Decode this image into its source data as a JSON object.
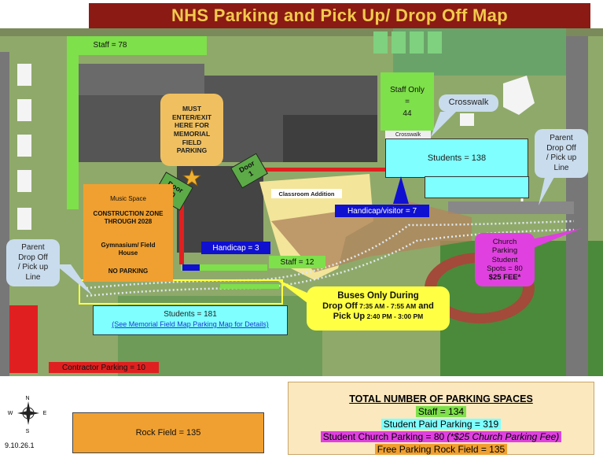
{
  "title": "NHS Parking and Pick Up/ Drop Off Map",
  "labels": {
    "staff_78": "Staff = 78",
    "staff_only": "Staff Only\n=\n44",
    "crosswalk_callout": "Crosswalk",
    "crosswalk_road": "Crosswalk",
    "students_138": "Students = 138",
    "parent_right": "Parent\nDrop Off\n/ Pick up\nLine",
    "must_enter": "MUST\nENTER/EXIT\nHERE FOR\nMEMORIAL\nFIELD\nPARKING",
    "door10": "Door\n10",
    "door1": "Door\n1",
    "classroom_addition": "Classroom Addition",
    "handicap_visitor": "Handicap/visitor = 7",
    "music_space": "Music Space",
    "construction_zone": "CONSTRUCTION ZONE\nTHROUGH 2028",
    "gym": "Gymnasium/ Field\nHouse",
    "no_parking": "NO PARKING",
    "handicap_3": "Handicap = 3",
    "staff_12": "Staff = 12",
    "church": "Church\nParking\nStudent\nSpots = 80",
    "church_fee": "$25 FEE*",
    "parent_left": "Parent\nDrop Off\n/ Pick up\nLine",
    "buses_title": "Buses Only During",
    "buses_drop_a": "Drop Off",
    "buses_drop_b": " 7:35 AM - 7:55 AM",
    "buses_drop_c": "  and",
    "buses_pick_a": "Pick Up",
    "buses_pick_b": " 2:40 PM - 3:00 PM",
    "students_181": "Students = 181",
    "students_181_link": "(See Memorial Field Map Parking Map for Details)",
    "contractor": "Contractor Parking = 10"
  },
  "compass": {
    "n": "N",
    "s": "S",
    "e": "E",
    "w": "W"
  },
  "version": "9.10.26.1",
  "rock_field": "Rock Field = 135",
  "totals": {
    "heading": "TOTAL NUMBER OF PARKING SPACES",
    "staff": "Staff = 134",
    "student_paid": "Student Paid Parking = 319",
    "church_a": "Student Church Parking = 80 ",
    "church_b": "(*$25 Church Parking Fee)",
    "rock": "Free Parking Rock Field = 135"
  },
  "colors": {
    "title_bg": "#8b1a14",
    "title_text": "#f2c94c",
    "staff": "#7ee04a",
    "students": "#7fffff",
    "handicap": "#1010d0",
    "construction": "#f0a030",
    "church": "#e040e0",
    "buses": "#ffff44",
    "contractor": "#e02020",
    "rock_field": "#f0a030",
    "must_enter": "#f0c060",
    "door": "#5cab48"
  }
}
